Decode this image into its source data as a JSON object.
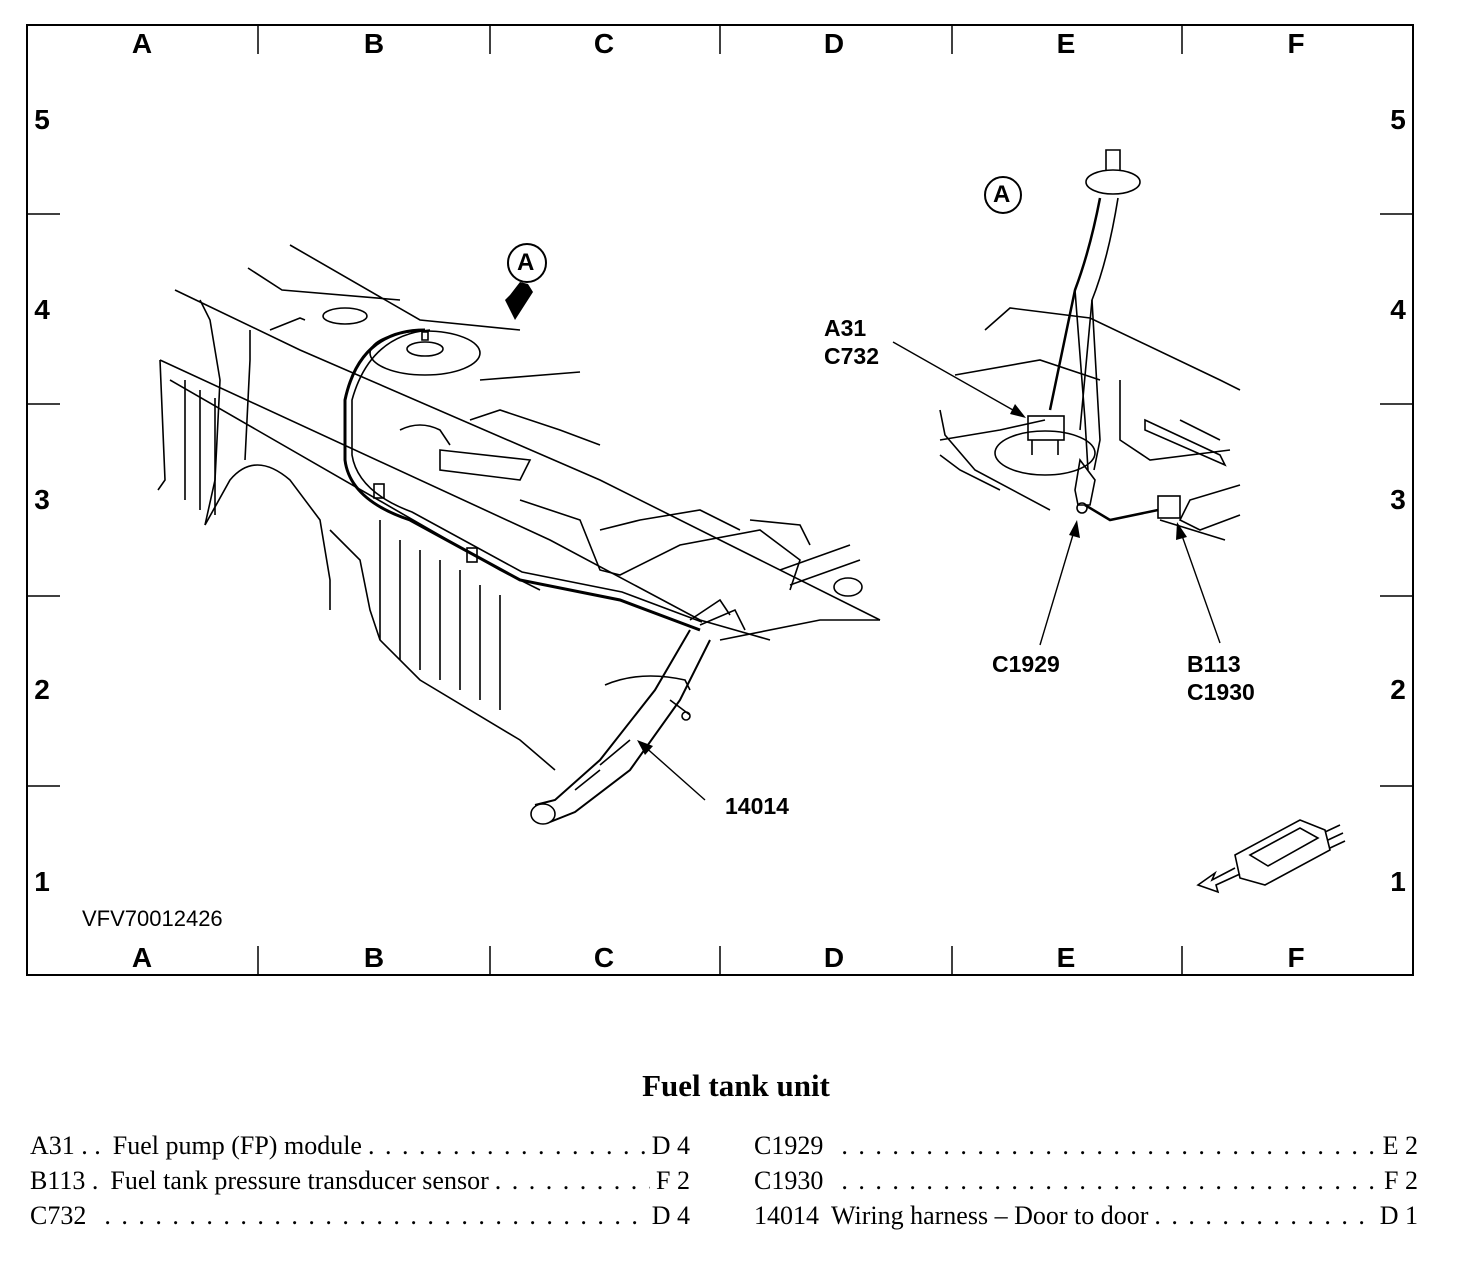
{
  "grid": {
    "columns": [
      "A",
      "B",
      "C",
      "D",
      "E",
      "F"
    ],
    "rows": [
      "5",
      "4",
      "3",
      "2",
      "1"
    ]
  },
  "figure_id": "VFV70012426",
  "view_marker": "A",
  "callouts": {
    "a31_c732": "A31\nC732",
    "c1929": "C1929",
    "b113_c1930": "B113\nC1930",
    "harness_14014": "14014"
  },
  "caption": "Fuel tank unit",
  "legend": [
    {
      "code": "A31 . .",
      "description": "Fuel pump (FP) module",
      "location": "D 4"
    },
    {
      "code": "B113 .",
      "description": "Fuel tank pressure transducer sensor",
      "location": "F 2"
    },
    {
      "code": "C732",
      "description": "",
      "location": "D 4"
    },
    {
      "code": "C1929",
      "description": "",
      "location": "E 2"
    },
    {
      "code": "C1930",
      "description": "",
      "location": "F 2"
    },
    {
      "code": "14014",
      "description": "Wiring harness – Door to door",
      "location": "D 1"
    }
  ]
}
